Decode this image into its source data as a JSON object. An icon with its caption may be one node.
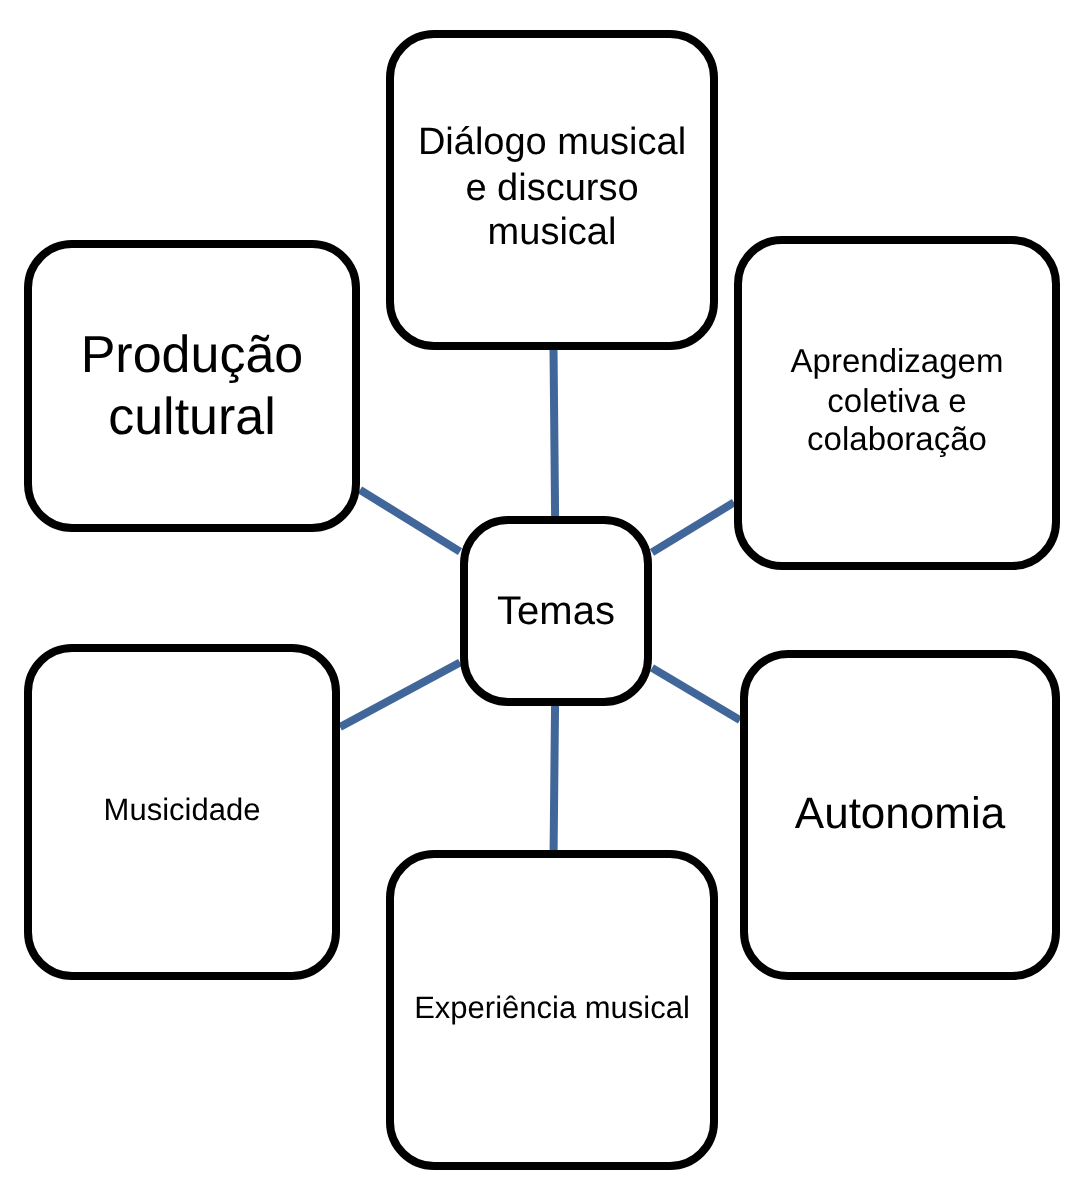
{
  "diagram": {
    "nodes": [
      {
        "text": [
          "Temas"
        ]
      },
      {
        "text": [
          "Diálogo musical e discurso musical"
        ]
      },
      {
        "text": [
          "Produção cultural"
        ]
      },
      {
        "text": [
          "Aprendizagem coletiva e colaboração"
        ]
      },
      {
        "text": [
          "Musicidade"
        ]
      },
      {
        "text": [
          "Autonomia"
        ]
      },
      {
        "text": [
          "Experiência musical"
        ]
      }
    ],
    "edges": [
      {
        "from": 0,
        "to": 1,
        "arrow": "none"
      },
      {
        "from": 0,
        "to": 2,
        "arrow": "none"
      },
      {
        "from": 0,
        "to": 3,
        "arrow": "none"
      },
      {
        "from": 0,
        "to": 4,
        "arrow": "none"
      },
      {
        "from": 0,
        "to": 5,
        "arrow": "none"
      },
      {
        "from": 0,
        "to": 6,
        "arrow": "none"
      }
    ]
  }
}
